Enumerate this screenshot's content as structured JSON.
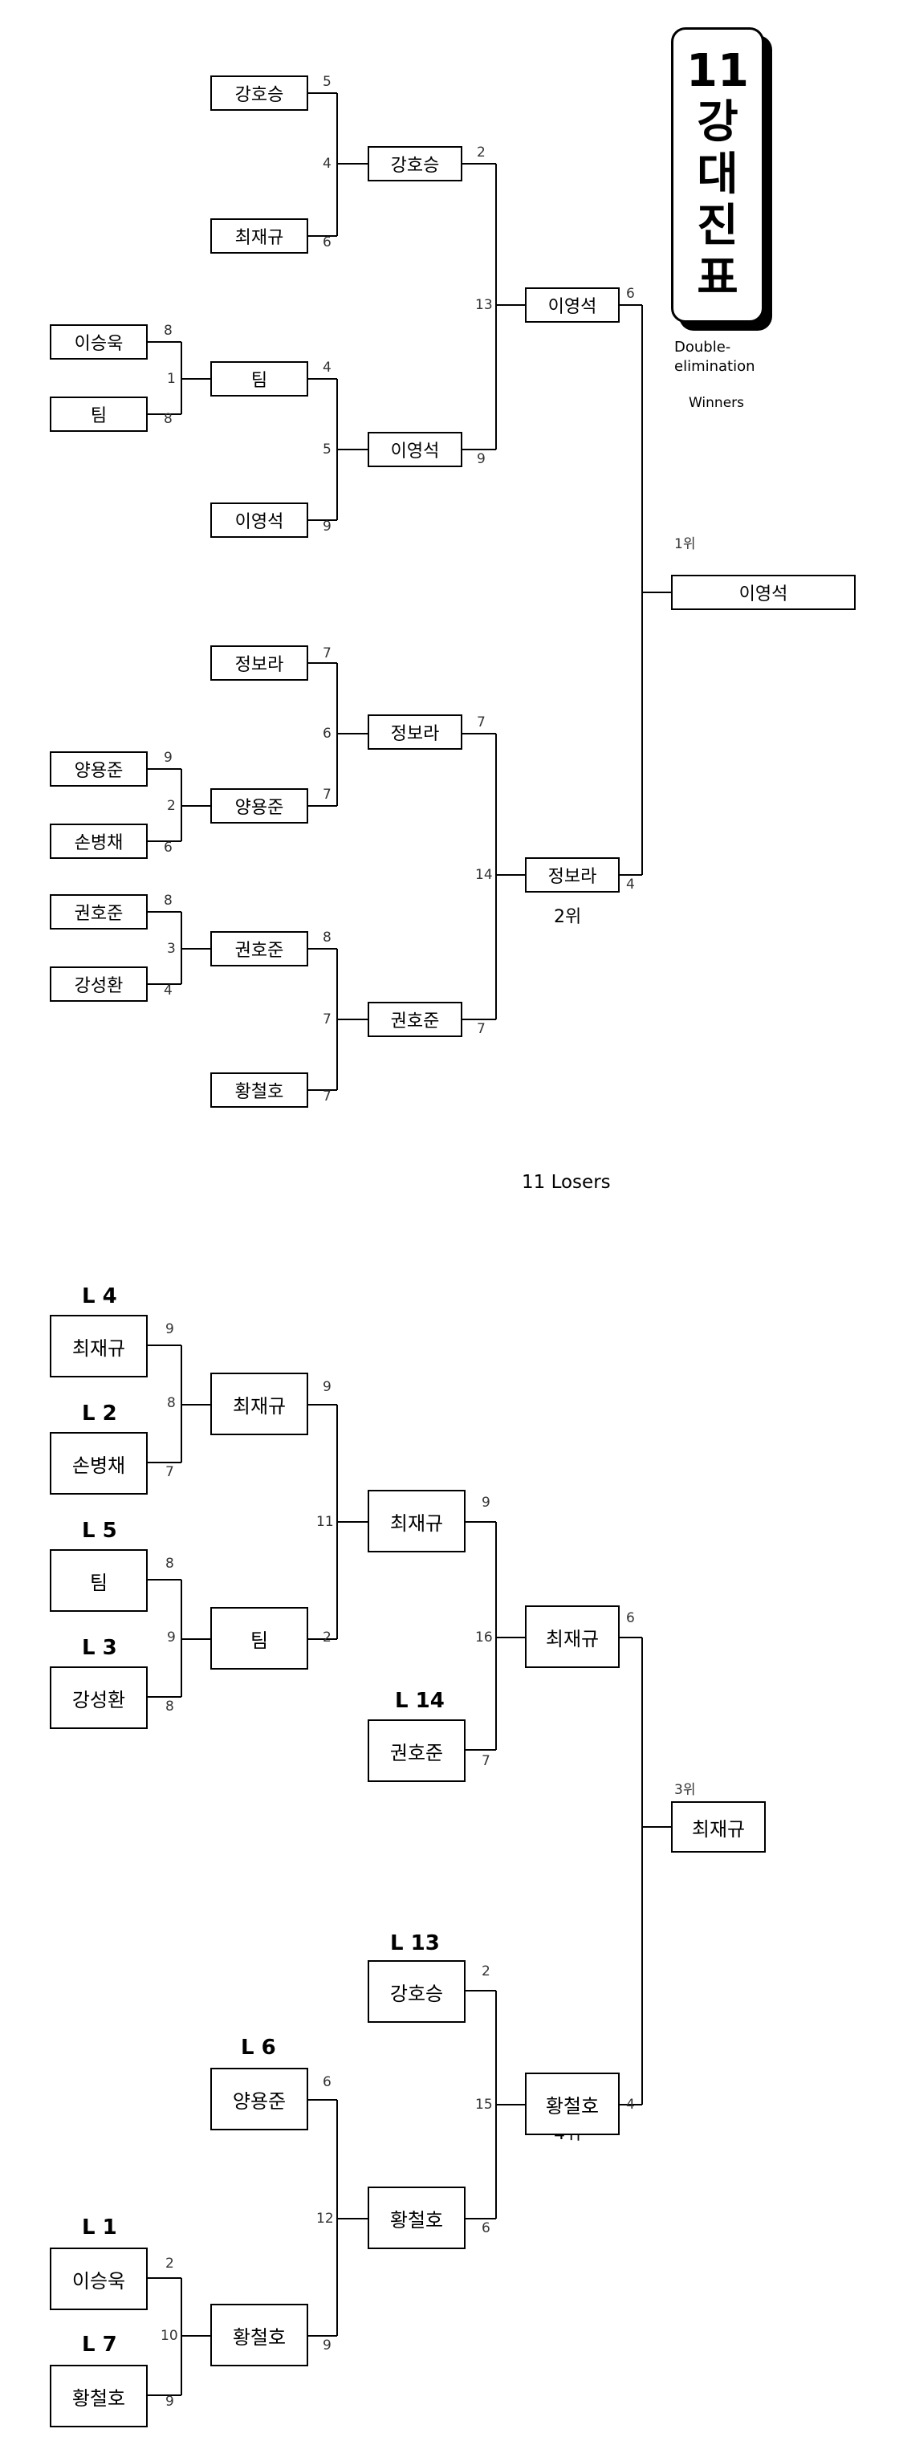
{
  "title": {
    "chars": [
      "11",
      "강",
      "대",
      "진",
      "표"
    ]
  },
  "subtitle": {
    "line1": "Double-",
    "line2": "elimination"
  },
  "winners_label": "Winners",
  "losers_label": "11 Losers",
  "places": {
    "first": "1위",
    "second": "2위",
    "third": "3위",
    "fourth": "4위"
  },
  "winners": {
    "boxes": [
      {
        "id": "w_r1_1",
        "name": "강호승"
      },
      {
        "id": "w_r1_2",
        "name": "최재규"
      },
      {
        "id": "w_r0_1",
        "name": "이승욱"
      },
      {
        "id": "w_r0_2",
        "name": "팀"
      },
      {
        "id": "w_r1_3",
        "name": "이영석"
      },
      {
        "id": "w_r1_4",
        "name": "정보라"
      },
      {
        "id": "w_r0_3",
        "name": "양용준"
      },
      {
        "id": "w_r0_4",
        "name": "손병채"
      },
      {
        "id": "w_r0_5",
        "name": "권호준"
      },
      {
        "id": "w_r0_6",
        "name": "강성환"
      },
      {
        "id": "w_r1_5",
        "name": "황철호"
      },
      {
        "id": "w_g1",
        "name": "팀"
      },
      {
        "id": "w_g2",
        "name": "양용준"
      },
      {
        "id": "w_g3",
        "name": "권호준"
      },
      {
        "id": "w_g4",
        "name": "강호승"
      },
      {
        "id": "w_g5",
        "name": "이영석"
      },
      {
        "id": "w_g6",
        "name": "정보라"
      },
      {
        "id": "w_g7",
        "name": "권호준"
      },
      {
        "id": "w_g13",
        "name": "이영석"
      },
      {
        "id": "w_g14",
        "name": "정보라"
      },
      {
        "id": "champion",
        "name": "이영석"
      }
    ],
    "scores": [
      "5",
      "6",
      "8",
      "8",
      "9",
      "7",
      "9",
      "6",
      "8",
      "4",
      "7",
      "4",
      "7",
      "8",
      "2",
      "9",
      "7",
      "7",
      "6",
      "4"
    ],
    "match_numbers": [
      "1",
      "2",
      "3",
      "4",
      "5",
      "6",
      "7",
      "13",
      "14"
    ]
  },
  "losers": {
    "drop_tags": [
      "L 4",
      "L 2",
      "L 5",
      "L 3",
      "L 14",
      "L 13",
      "L 6",
      "L 1",
      "L 7"
    ],
    "boxes": [
      {
        "id": "l_a1",
        "name": "최재규"
      },
      {
        "id": "l_a2",
        "name": "손병채"
      },
      {
        "id": "l_a3",
        "name": "팀"
      },
      {
        "id": "l_a4",
        "name": "강성환"
      },
      {
        "id": "l_m8",
        "name": "최재규"
      },
      {
        "id": "l_m9",
        "name": "팀"
      },
      {
        "id": "l_m11",
        "name": "최재규"
      },
      {
        "id": "l_d14",
        "name": "권호준"
      },
      {
        "id": "l_m16",
        "name": "최재규"
      },
      {
        "id": "third",
        "name": "최재규"
      },
      {
        "id": "l_d13",
        "name": "강호승"
      },
      {
        "id": "l_d6",
        "name": "양용준"
      },
      {
        "id": "l_m12",
        "name": "황철호"
      },
      {
        "id": "l_m15",
        "name": "황철호"
      },
      {
        "id": "l_d1",
        "name": "이승욱"
      },
      {
        "id": "l_d7",
        "name": "황철호"
      },
      {
        "id": "l_m10",
        "name": "황철호"
      }
    ],
    "scores": [
      "9",
      "7",
      "8",
      "8",
      "9",
      "2",
      "9",
      "7",
      "6",
      "4",
      "2",
      "6",
      "6",
      "9",
      "2",
      "9"
    ],
    "match_numbers": [
      "8",
      "9",
      "11",
      "16",
      "15",
      "12",
      "10"
    ]
  }
}
